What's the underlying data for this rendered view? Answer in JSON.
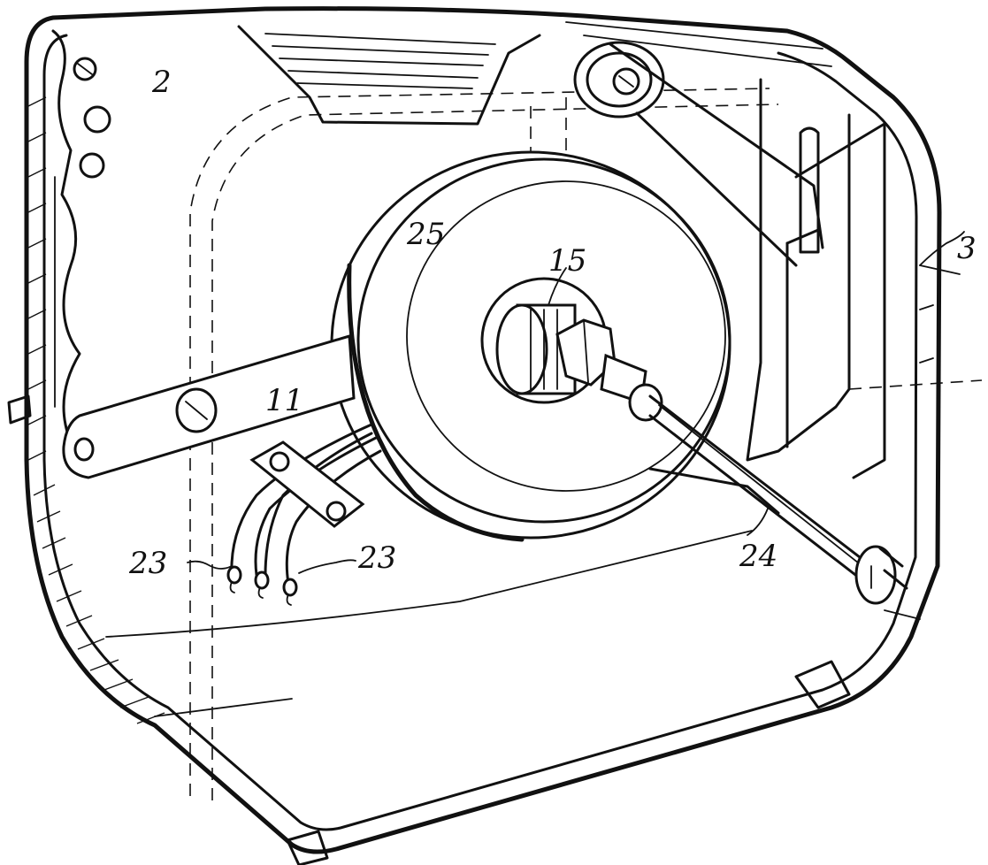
{
  "labels": {
    "housing": "2",
    "cover_edge": "3",
    "arm": "11",
    "hub": "15",
    "wire_left": "23",
    "wire_right": "23",
    "rod": "24",
    "disc": "25"
  }
}
